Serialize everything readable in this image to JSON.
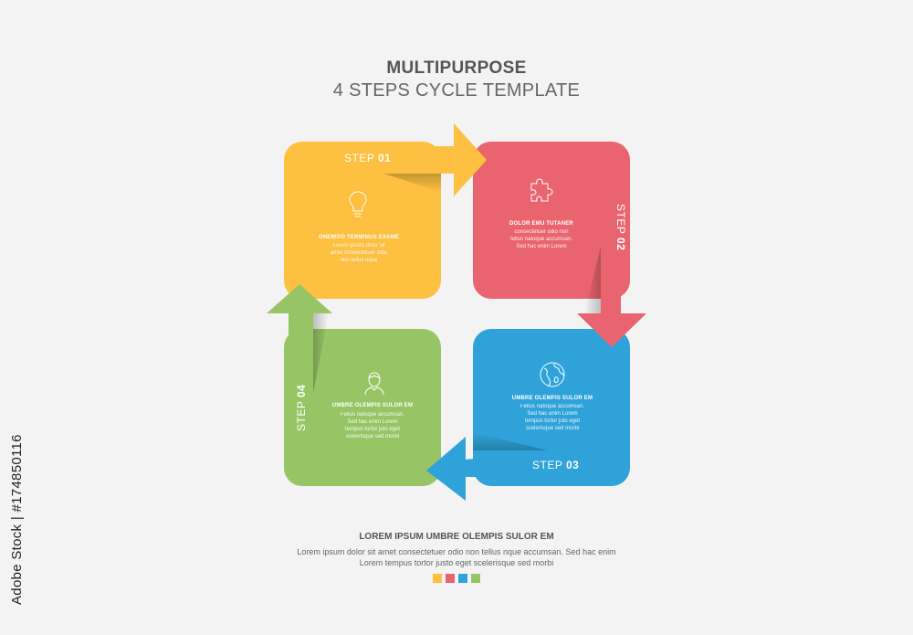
{
  "title": {
    "main": "MULTIPURPOSE",
    "sub": "4 STEPS CYCLE TEMPLATE"
  },
  "colors": {
    "yellow": "#fdc040",
    "red": "#e9646f",
    "blue": "#2fa3d9",
    "green": "#97c566",
    "background": "#f3f3f3"
  },
  "steps": [
    {
      "step_word": "STEP",
      "step_num": "01",
      "icon": "lightbulb-icon",
      "heading": "ONEWOO TERMINUS EXAME",
      "text_lines": [
        "Lorem ipsum dolor sit",
        "amet consectetuer odio",
        "non tellus nque"
      ]
    },
    {
      "step_word": "STEP",
      "step_num": "02",
      "icon": "puzzle-piece-icon",
      "heading": "DOLOR EMU TUTANER",
      "text_lines": [
        "consectetuer odio non",
        "tellus natoque accumsan.",
        "Sed hac enim Lorem"
      ]
    },
    {
      "step_word": "STEP",
      "step_num": "03",
      "icon": "globe-icon",
      "heading": "UMBRE OLEMPIS SULOR EM",
      "text_lines": [
        "Fellus natoque accumsan.",
        "Sed hac enim Lorem",
        "tempus tortor juto eget",
        "scelerisque sed morbi"
      ]
    },
    {
      "step_word": "STEP",
      "step_num": "04",
      "icon": "person-icon",
      "heading": "UMBRE OLEMPIS SULOR EM",
      "text_lines": [
        "Fellus natoque accumsan.",
        "Sed hac enim Lorem",
        "tempus tortor juto eget",
        "scelerisque sed morbi"
      ]
    }
  ],
  "footer": {
    "heading": "LOREM IPSUM UMBRE OLEMPIS SULOR EM",
    "text_lines": [
      "Lorem ipsum dolor sit amet consectetuer odio non tellus nque accumsan. Sed hac enim",
      "Lorem tempus tortor justo eget scelerisque sed morbi"
    ],
    "swatches": [
      "#fdc040",
      "#e9646f",
      "#2fa3d9",
      "#97c566"
    ]
  },
  "watermark": "Adobe Stock | #174850116"
}
